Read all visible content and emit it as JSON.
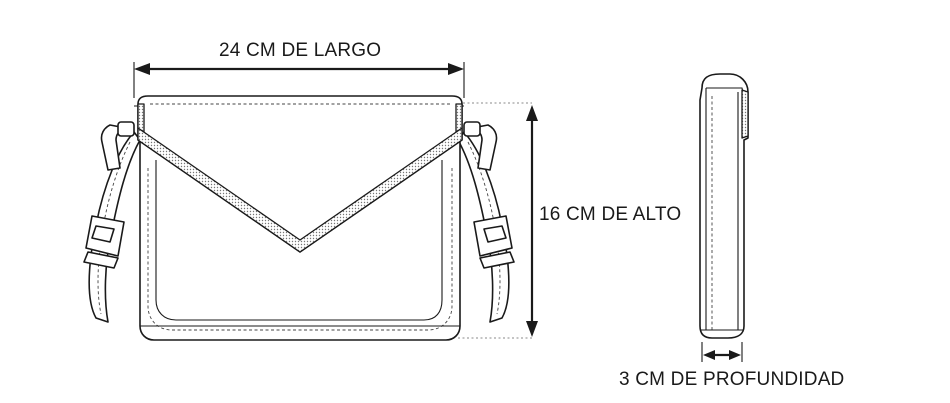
{
  "labels": {
    "width": "24 CM DE LARGO",
    "height": "16 CM DE ALTO",
    "depth": "3 CM DE PROFUNDIDAD"
  },
  "colors": {
    "line": "#1a1a1a",
    "background": "#ffffff"
  }
}
